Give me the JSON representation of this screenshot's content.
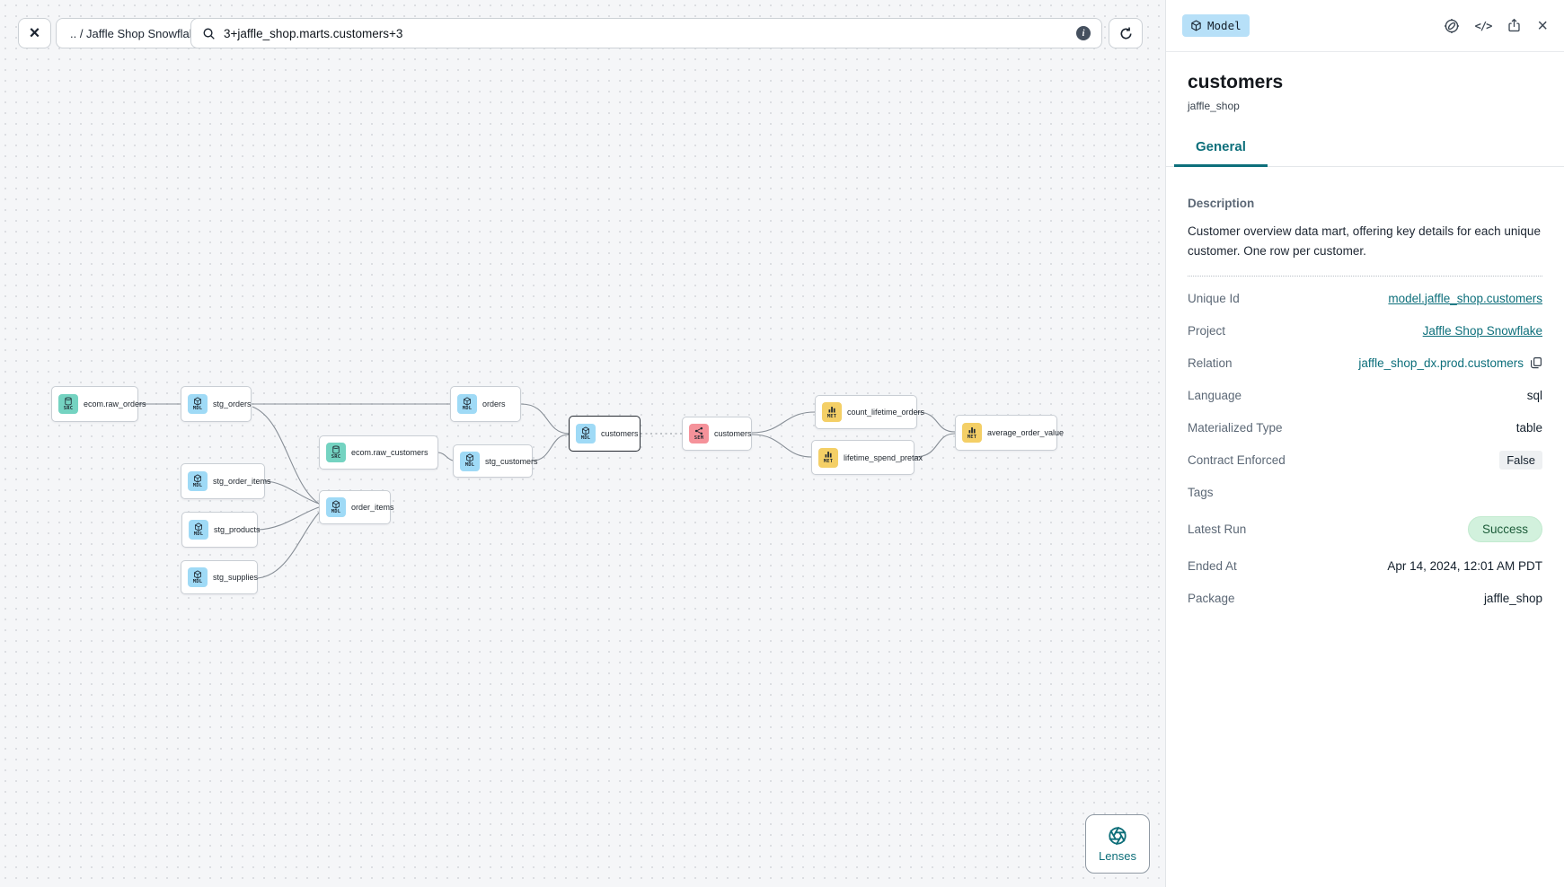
{
  "toolbar": {
    "breadcrumb": ".. / Jaffle Shop Snowflake",
    "search_value": "3+jaffle_shop.marts.customers+3"
  },
  "canvas": {
    "lenses_label": "Lenses",
    "nodes": [
      {
        "label": "ecom.raw_orders",
        "badge": "SRC",
        "type": "source"
      },
      {
        "label": "stg_orders",
        "badge": "MDL",
        "type": "model"
      },
      {
        "label": "stg_order_items",
        "badge": "MDL",
        "type": "model"
      },
      {
        "label": "stg_products",
        "badge": "MDL",
        "type": "model"
      },
      {
        "label": "stg_supplies",
        "badge": "MDL",
        "type": "model"
      },
      {
        "label": "ecom.raw_customers",
        "badge": "SRC",
        "type": "source"
      },
      {
        "label": "order_items",
        "badge": "MDL",
        "type": "model"
      },
      {
        "label": "orders",
        "badge": "MDL",
        "type": "model"
      },
      {
        "label": "stg_customers",
        "badge": "MDL",
        "type": "model"
      },
      {
        "label": "customers",
        "badge": "MDL",
        "type": "model",
        "selected": true
      },
      {
        "label": "customers",
        "badge": "SEM",
        "type": "semantic_model"
      },
      {
        "label": "count_lifetime_orders",
        "badge": "MET",
        "type": "metric"
      },
      {
        "label": "lifetime_spend_pretax",
        "badge": "MET",
        "type": "metric"
      },
      {
        "label": "average_order_value",
        "badge": "MET",
        "type": "metric"
      }
    ]
  },
  "panel": {
    "resource_type": "Model",
    "title": "customers",
    "subtitle": "jaffle_shop",
    "tab": "General",
    "description_heading": "Description",
    "description": "Customer overview data mart, offering key details for each unique customer. One row per customer.",
    "fields": [
      {
        "label": "Unique Id",
        "value": "model.jaffle_shop.customers",
        "kind": "link"
      },
      {
        "label": "Project",
        "value": "Jaffle Shop Snowflake",
        "kind": "link"
      },
      {
        "label": "Relation",
        "value": "jaffle_shop_dx.prod.customers",
        "kind": "copy"
      },
      {
        "label": "Language",
        "value": "sql",
        "kind": "text"
      },
      {
        "label": "Materialized Type",
        "value": "table",
        "kind": "text"
      },
      {
        "label": "Contract Enforced",
        "value": "False",
        "kind": "badge"
      },
      {
        "label": "Tags",
        "value": "",
        "kind": "text"
      },
      {
        "label": "Latest Run",
        "value": "Success",
        "kind": "status"
      },
      {
        "label": "Ended At",
        "value": "Apr 14, 2024, 12:01 AM PDT",
        "kind": "text"
      },
      {
        "label": "Package",
        "value": "jaffle_shop",
        "kind": "text"
      }
    ],
    "status_colors": {
      "success_bg": "#d2f1dd",
      "success_text": "#1c5c39"
    },
    "accent_color": "#0d6f7b"
  }
}
